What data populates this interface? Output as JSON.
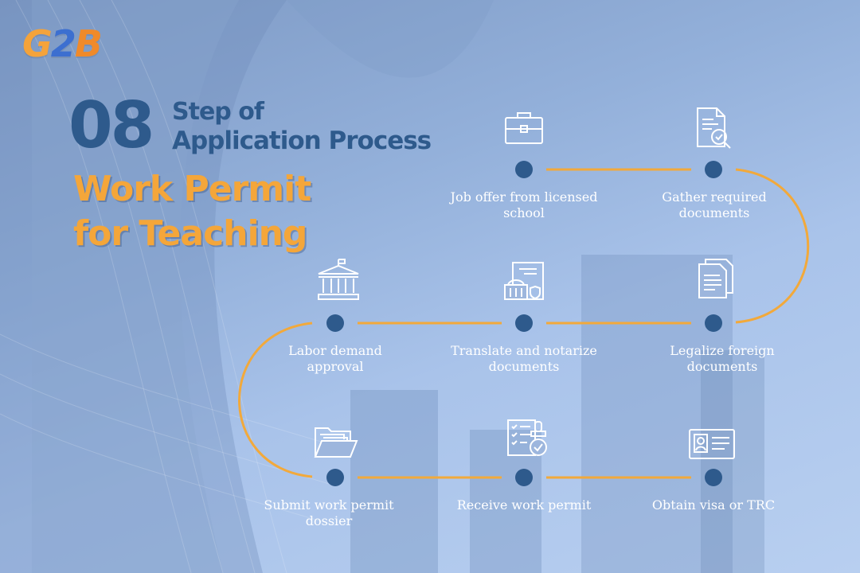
{
  "logo": {
    "part1": "G",
    "part2": "2",
    "part3": "B"
  },
  "header": {
    "number": "08",
    "subtitle_line1": "Step of",
    "subtitle_line2": "Application Process",
    "title_line1": "Work Permit",
    "title_line2": "for Teaching"
  },
  "colors": {
    "navy": "#2e5a8c",
    "orange": "#f4a63a",
    "dot": "#2e5a8c",
    "line": "#f2a93b",
    "text": "#ffffff"
  },
  "steps": [
    {
      "label": "Job offer from licensed school",
      "icon": "briefcase-icon"
    },
    {
      "label": "Gather required documents",
      "icon": "document-search-icon"
    },
    {
      "label": "Legalize foreign documents",
      "icon": "documents-stack-icon"
    },
    {
      "label": "Translate and notarize documents",
      "icon": "notarized-document-icon"
    },
    {
      "label": "Labor demand approval",
      "icon": "government-building-icon"
    },
    {
      "label": "Submit work permit dossier",
      "icon": "folder-icon"
    },
    {
      "label": "Receive work permit",
      "icon": "checklist-stamp-icon"
    },
    {
      "label": "Obtain visa or TRC",
      "icon": "id-card-icon"
    }
  ]
}
